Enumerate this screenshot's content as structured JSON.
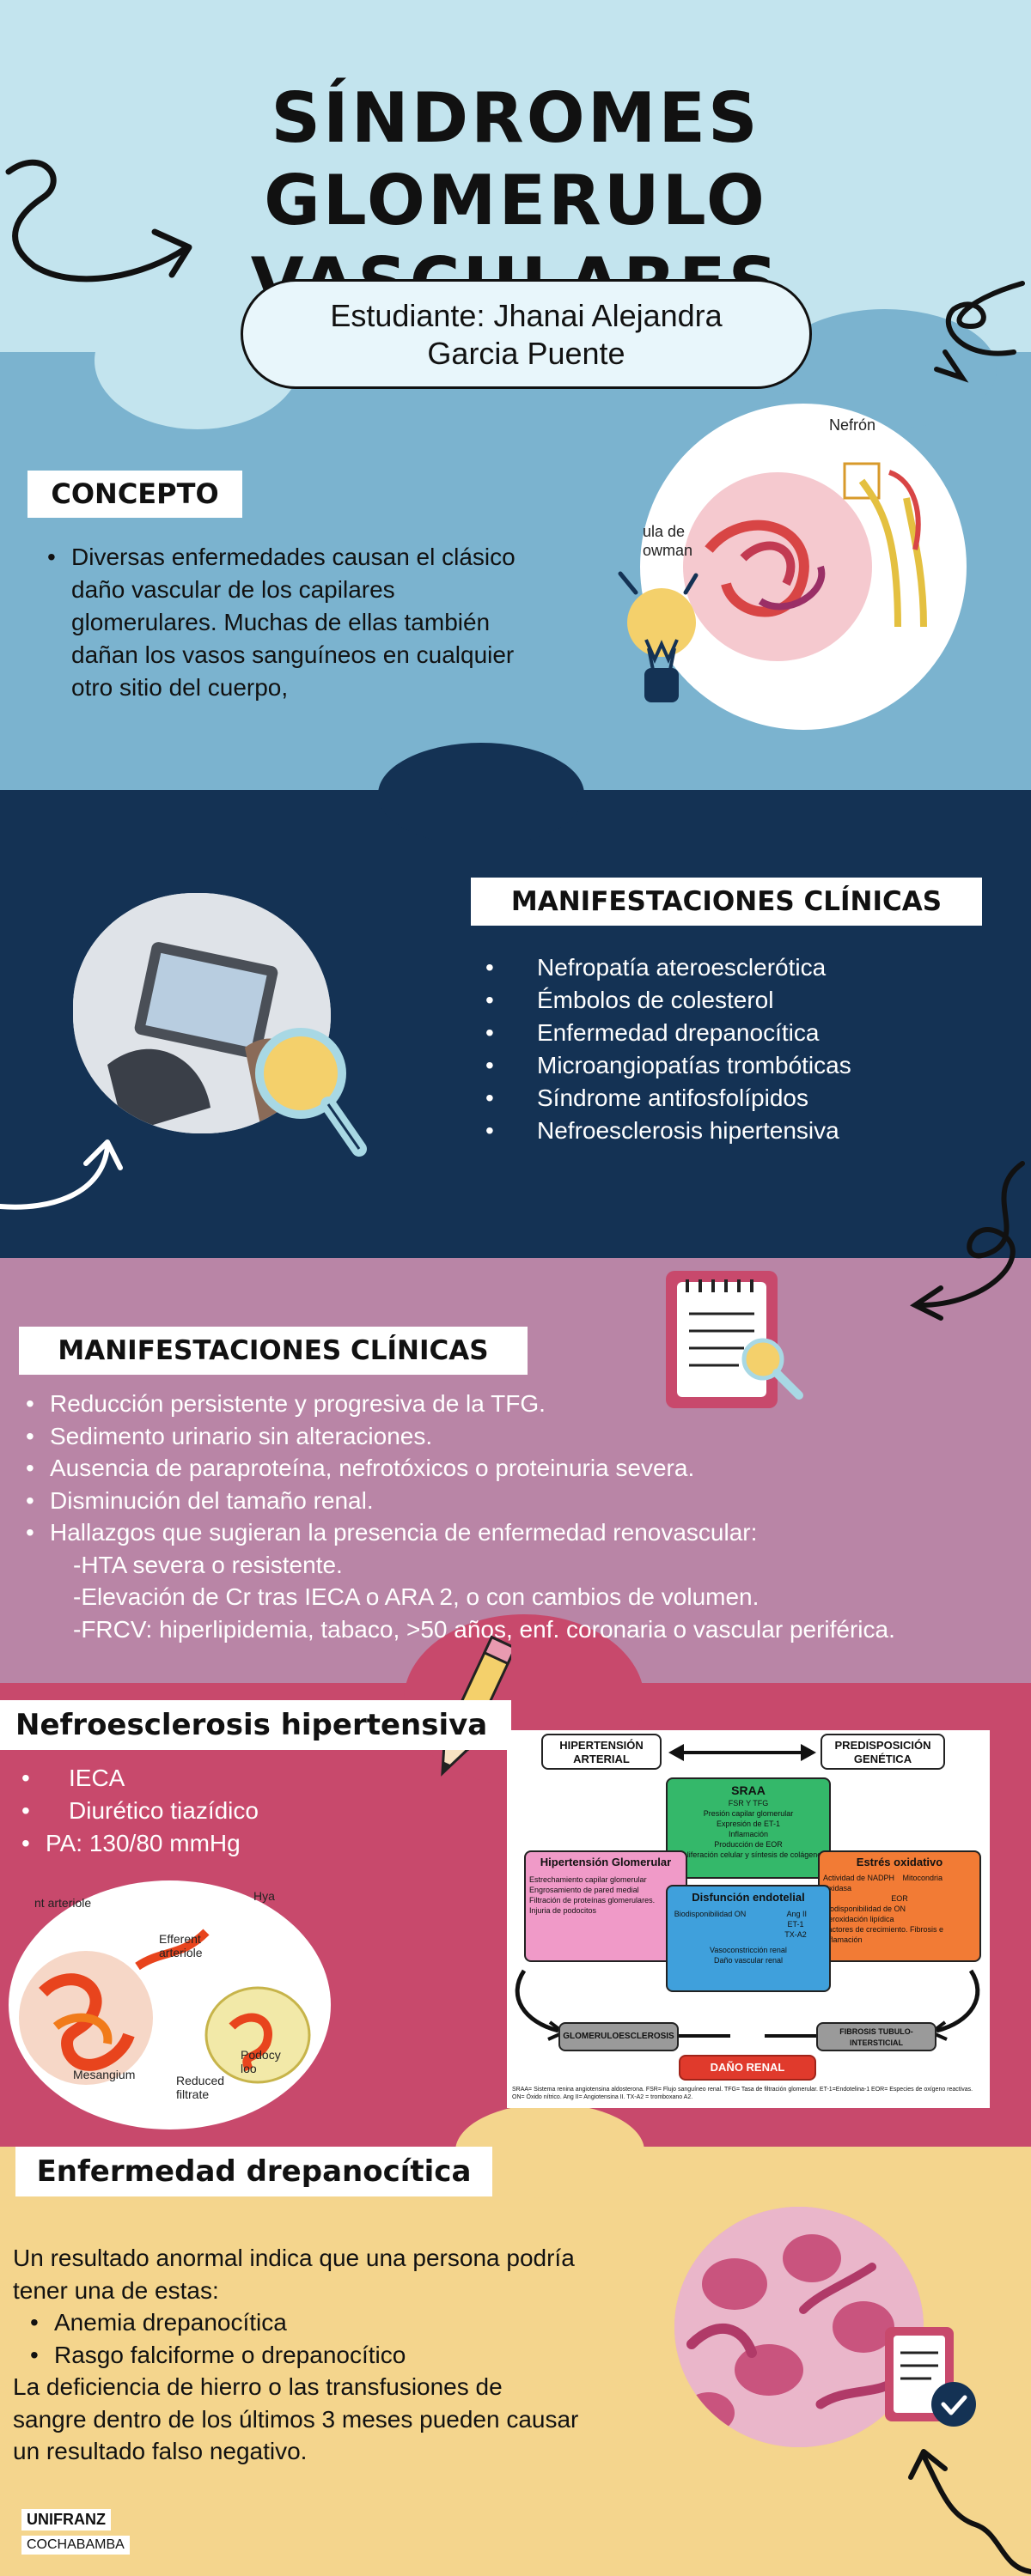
{
  "header": {
    "title_line1": "SÍNDROMES GLOMERULO",
    "title_line2": "VASCULARES",
    "student_line1": "Estudiante: Jhanai Alejandra",
    "student_line2": "Garcia Puente"
  },
  "concepto": {
    "heading": "CONCEPTO",
    "items": [
      "Diversas enfermedades causan el clásico daño vascular de los capilares glomerulares. Muchas de ellas también dañan los vasos sanguíneos en cualquier otro sitio del cuerpo,"
    ],
    "nephron_label": "Nefrón",
    "capsule_label_1": "ula de",
    "capsule_label_2": "owman"
  },
  "manifestaciones1": {
    "heading": "MANIFESTACIONES CLÍNICAS",
    "items": [
      "Nefropatía ateroesclerótica",
      "Émbolos de colesterol",
      "Enfermedad drepanocítica",
      "Microangiopatías trombóticas",
      "Síndrome antifosfolípidos",
      "Nefroesclerosis hipertensiva"
    ]
  },
  "manifestaciones2": {
    "heading": "MANIFESTACIONES CLÍNICAS",
    "items": [
      "Reducción persistente y progresiva de la TFG.",
      "Sedimento urinario sin alteraciones.",
      "Ausencia de paraproteína, nefrotóxicos o proteinuria severa.",
      "Disminución del tamaño renal.",
      "Hallazgos que sugieran la presencia de enfermedad renovascular:"
    ],
    "subitems": [
      "-HTA severa o resistente.",
      "-Elevación de Cr tras IECA o ARA 2, o con cambios de volumen.",
      "-FRCV: hiperlipidemia, tabaco, >50 años, enf. coronaria o vascular periférica."
    ]
  },
  "nefroesclerosis": {
    "heading": "Nefroesclerosis hipertensiva",
    "items": [
      "IECA",
      "Diurético tiazídico",
      "PA: 130/80 mmHg"
    ],
    "micro_labels": [
      "nt arteriole",
      "Efferent arteriole",
      "Hya",
      "Mesangium",
      "Reduced filtrate",
      "Podocy loo"
    ]
  },
  "diagram": {
    "hipertension_arterial": "HIPERTENSIÓN ARTERIAL",
    "predisposicion": "PREDISPOSICIÓN GENÉTICA",
    "sraa_title": "SRAA",
    "sraa_items": [
      "FSR Y TFG",
      "Presión capilar glomerular",
      "Expresión de ET-1",
      "Inflamación",
      "Producción de EOR",
      "Proliferación celular y síntesis de colágeno"
    ],
    "hip_glom_title": "Hipertensión Glomerular",
    "hip_glom_items": [
      "Estrechamiento capilar glomerular",
      "Engrosamiento de pared medial",
      "Filtración de proteínas glomerulares.",
      "Injuria de podocitos"
    ],
    "estres_title": "Estrés oxidativo",
    "estres_items": [
      "Actividad de NADPH Oxidasa",
      "Mitocondria",
      "EOR",
      "Biodisponibilidad de ON",
      "Peroxidación lipídica",
      "Factores de crecimiento. Fibrosis e inflamación"
    ],
    "disfuncion_title": "Disfunción endotelial",
    "disfuncion_items": [
      "Biodisponibilidad ON",
      "Ang II",
      "ET-1",
      "TX-A2",
      "Vasoconstricción renal",
      "Daño vascular renal"
    ],
    "glomerulo": "GLOMERULOESCLEROSIS",
    "fibrosis": "FIBROSIS TUBULO-INTERSTICIAL",
    "dano_renal": "DAÑO RENAL",
    "footnote": "SRAA= Sistema renina angiotensina aldosterona. FSR= Flujo sanguíneo renal. TFG= Tasa de filtración glomerular. ET-1=Endotelina-1 EOR= Especies de oxígeno reactivas. ON= Óxido nítrico. Ang II= Angiotensina II. TX-A2 = tromboxano A2."
  },
  "drepanocitica": {
    "heading": "Enfermedad drepanocítica",
    "intro": "Un resultado anormal indica que una persona podría tener una de estas:",
    "items": [
      "Anemia drepanocítica",
      "Rasgo falciforme o drepanocítico"
    ],
    "outro": "La deficiencia de hierro o las transfusiones de sangre dentro de los últimos 3 meses pueden causar un resultado falso negativo."
  },
  "footer": {
    "brand": "UNIFRANZ",
    "city": "COCHABAMBA"
  },
  "colors": {
    "band1": "#c3e4ee",
    "band2": "#7bb3cf",
    "band3": "#143254",
    "band4": "#b985a6",
    "band5": "#c8496c",
    "band6": "#f4d58d"
  }
}
